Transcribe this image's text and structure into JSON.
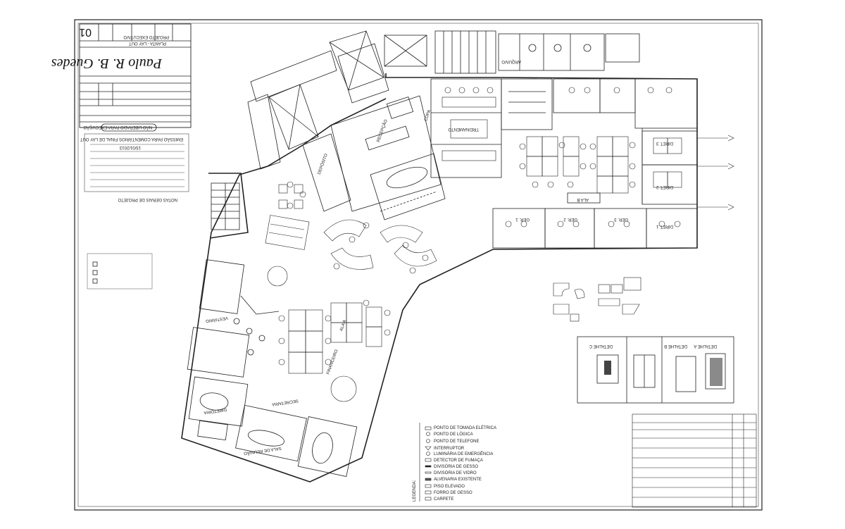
{
  "title_block": {
    "sheet_number": "01",
    "architect": "Paulo R. B. Guedes",
    "project_phase": "PROJETO EXECUTIVO",
    "drawing": "PLANTA - LAY OUT",
    "revision_note": "EMISSÃO PARA COMENTÁRIOS FINAL DE LAY OUT",
    "date": "15/01/2013",
    "status": "NÃO LIBERADO PARA EXECUÇÃO",
    "notes_title": "NOTAS GERAIS DE PROJETO"
  },
  "rooms": {
    "ala_a": "ALA A",
    "ala_b": "ALA B",
    "recepcao": "RECEPÇÃO",
    "secretaria": "SECRETARIA",
    "financeiro": "FINANCEIRO",
    "vestiario": "VESTIÁRIO",
    "diretoria": "DIRETORIA",
    "sala_reuniao": "SALA DE REUNIÃO",
    "copa": "COPA",
    "dir1": "DIRET. 1",
    "dir2": "DIRET. 2",
    "dir3": "DIRET. 3",
    "ger1": "GER. 1",
    "ger2": "GER. 2",
    "ger3": "GER. 3",
    "treinamento": "TREINAMENTO",
    "arquivo": "ARQUIVO",
    "deposito": "DEPÓSITO"
  },
  "details": {
    "detalhe_a": "DETALHE A",
    "detalhe_b": "DETALHE B",
    "detalhe_c": "DETALHE C"
  },
  "legend": {
    "title": "LEGENDA:",
    "items": [
      "PONTO DE TOMADA ELÉTRICA",
      "PONTO DE LÓGICA",
      "PONTO DE TELEFONE",
      "INTERRUPTOR",
      "LUMINÁRIA DE EMERGÊNCIA",
      "DETECTOR DE FUMAÇA",
      "DIVISÓRIA DE GESSO",
      "DIVISÓRIA DE VIDRO",
      "ALVENARIA EXISTENTE",
      "PISO ELEVADO",
      "FORRO DE GESSO",
      "CARPETE"
    ]
  },
  "colors": {
    "ink": "#222222",
    "paper": "#ffffff"
  }
}
